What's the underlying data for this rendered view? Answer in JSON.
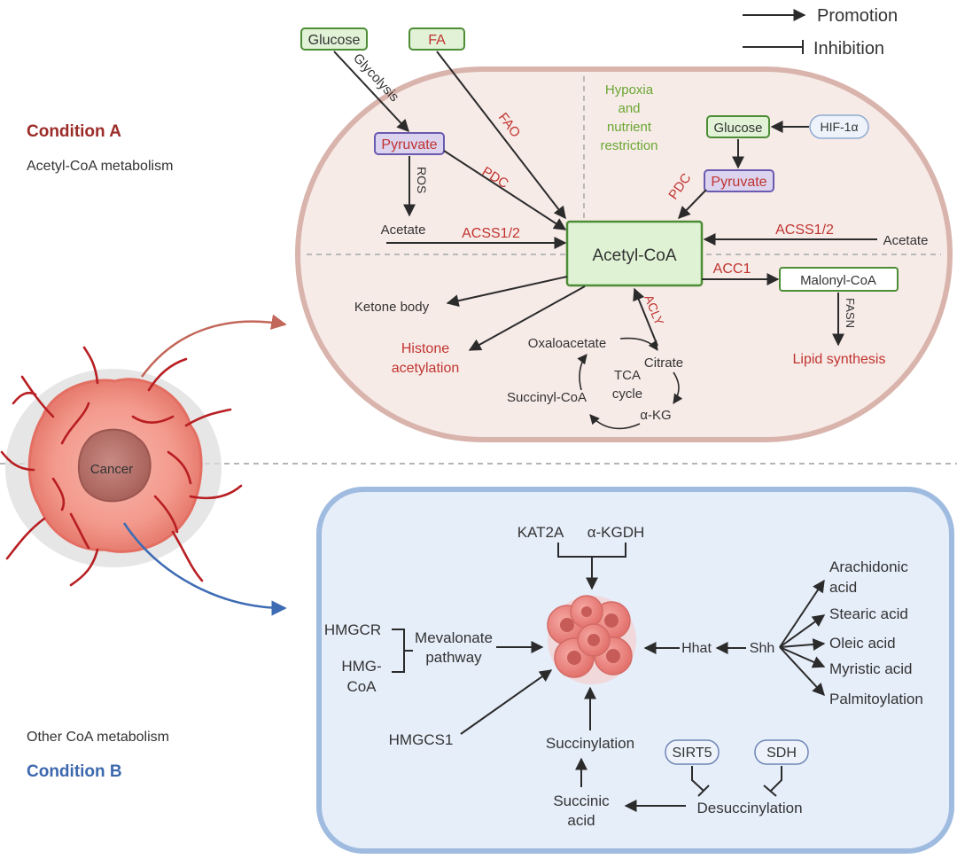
{
  "legend": {
    "promotion": "Promotion",
    "inhibition": "Inhibition"
  },
  "side": {
    "condition_a": "Condition A",
    "acetyl_title": "Acetyl-CoA metabolism",
    "other_title": "Other CoA metabolism",
    "condition_b": "Condition B",
    "cancer": "Cancer"
  },
  "top": {
    "glucose": "Glucose",
    "fa": "FA",
    "glycolysis": "Glycolysis",
    "fao": "FAO",
    "pyruvate": "Pyruvate",
    "ros": "ROS",
    "pdc": "PDC",
    "acetate": "Acetate",
    "acss": "ACSS1/2",
    "hypoxia": [
      "Hypoxia",
      "and",
      "nutrient",
      "restriction"
    ],
    "glucose2": "Glucose",
    "hif": "HIF-1α",
    "pdc2": "PDC",
    "pyruvate2": "Pyruvate",
    "acetyl_coa": "Acetyl-CoA",
    "acss2": "ACSS1/2",
    "acetate2": "Acetate",
    "acc1": "ACC1",
    "malonyl": "Malonyl-CoA",
    "fasn": "FASN",
    "lipid": "Lipid synthesis",
    "ketone": "Ketone body",
    "histone": [
      "Histone",
      "acetylation"
    ],
    "acly": "ACLY",
    "oxaloacetate": "Oxaloacetate",
    "citrate": "Citrate",
    "tca": [
      "TCA",
      "cycle"
    ],
    "succinyl_coa": "Succinyl-CoA",
    "akg": "α-KG"
  },
  "bottom": {
    "kat2a": "KAT2A",
    "akgdh": "α-KGDH",
    "hmgcr": "HMGCR",
    "hmg": [
      "HMG-",
      "CoA"
    ],
    "mevalonate": [
      "Mevalonate",
      "pathway"
    ],
    "hmgcs1": "HMGCS1",
    "succinylation": "Succinylation",
    "sirt5": "SIRT5",
    "sdh": "SDH",
    "succinic": [
      "Succinic",
      "acid"
    ],
    "desuccinylation": "Desuccinylation",
    "hhat": "Hhat",
    "shh": "Shh",
    "arachidonic": [
      "Arachidonic",
      "acid"
    ],
    "stearic": "Stearic acid",
    "oleic": "Oleic acid",
    "myristic": "Myristic acid",
    "palmitoylation": "Palmitoylation"
  },
  "colors": {
    "top_cell_fill": "#f7ebe8",
    "top_cell_border": "#d9b4ad",
    "bottom_cell_fill": "#e6eefa",
    "bottom_cell_border": "#9fbbe0",
    "red_text": "#c0342f",
    "green_text": "#6aa632",
    "condition_a": "#9b2c28",
    "condition_b": "#3c68ad"
  }
}
